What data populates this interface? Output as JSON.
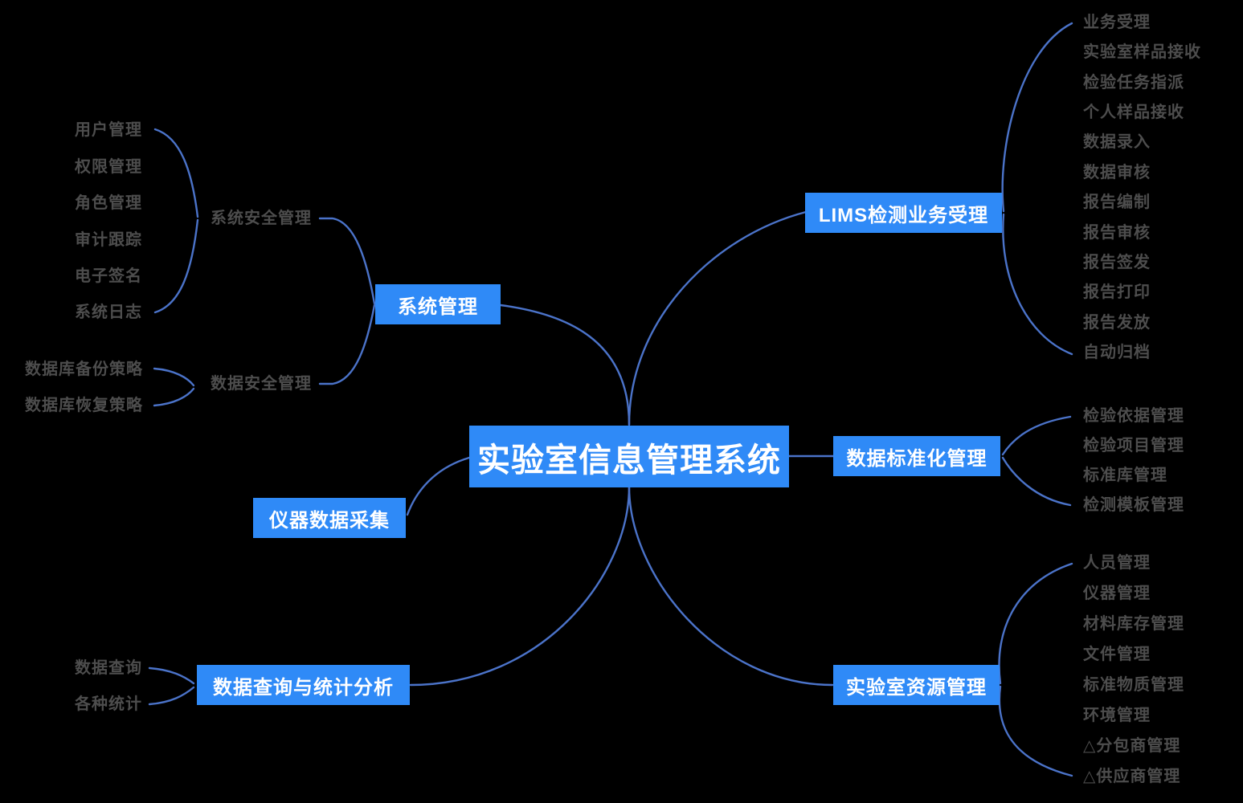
{
  "title": "实验室信息管理系统",
  "colors": {
    "background": "#000000",
    "node_bg": "#2f8af7",
    "node_text": "#ffffff",
    "leaf_text": "#4d4d4d",
    "line": "#4b73c9"
  },
  "map": {
    "root": {
      "label": "实验室信息管理系统"
    },
    "branches": [
      {
        "label": "系统管理",
        "children": [
          {
            "label": "系统安全管理",
            "leaves": [
              "用户管理",
              "权限管理",
              "角色管理",
              "审计跟踪",
              "电子签名",
              "系统日志"
            ]
          },
          {
            "label": "数据安全管理",
            "leaves": [
              "数据库备份策略",
              "数据库恢复策略"
            ]
          }
        ]
      },
      {
        "label": "LIMS检测业务受理",
        "leaves": [
          "业务受理",
          "实验室样品接收",
          "检验任务指派",
          "个人样品接收",
          "数据录入",
          "数据审核",
          "报告编制",
          "报告审核",
          "报告签发",
          "报告打印",
          "报告发放",
          "自动归档"
        ]
      },
      {
        "label": "数据标准化管理",
        "leaves": [
          "检验依据管理",
          "检验项目管理",
          "标准库管理",
          "检测模板管理"
        ]
      },
      {
        "label": "仪器数据采集",
        "leaves": []
      },
      {
        "label": "数据查询与统计分析",
        "leaves": [
          "数据查询",
          "各种统计"
        ]
      },
      {
        "label": "实验室资源管理",
        "leaves": [
          "人员管理",
          "仪器管理",
          "材料库存管理",
          "文件管理",
          "标准物质管理",
          "环境管理",
          "△分包商管理",
          "△供应商管理"
        ]
      }
    ]
  }
}
